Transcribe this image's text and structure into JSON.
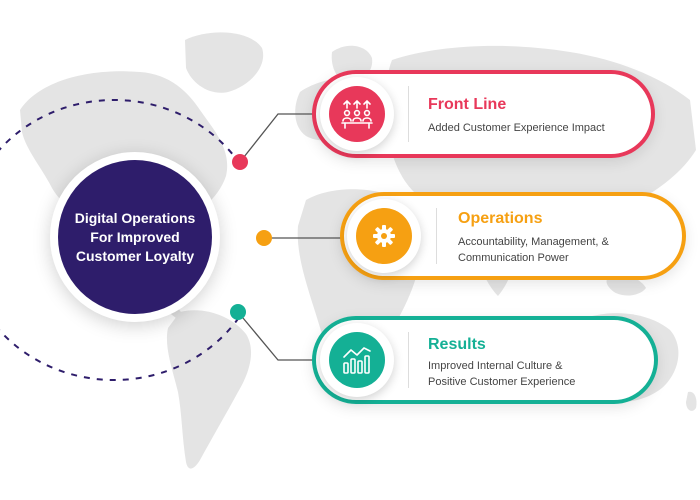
{
  "center": {
    "title": "Digital Operations\nFor Improved\nCustomer Loyalty"
  },
  "cards": [
    {
      "title": "Front Line",
      "description": "Added Customer Experience Impact",
      "color": "#e8385a",
      "icon": "team-growth-icon"
    },
    {
      "title": "Operations",
      "description": "Accountability, Management, &\nCommunication Power",
      "color": "#f6a012",
      "icon": "gear-icon"
    },
    {
      "title": "Results",
      "description": "Improved Internal Culture &\nPositive Customer Experience",
      "color": "#14b095",
      "icon": "bar-chart-icon"
    }
  ],
  "colors": {
    "center_fill": "#2e1d6b",
    "map_fill": "#e2e2e2"
  }
}
